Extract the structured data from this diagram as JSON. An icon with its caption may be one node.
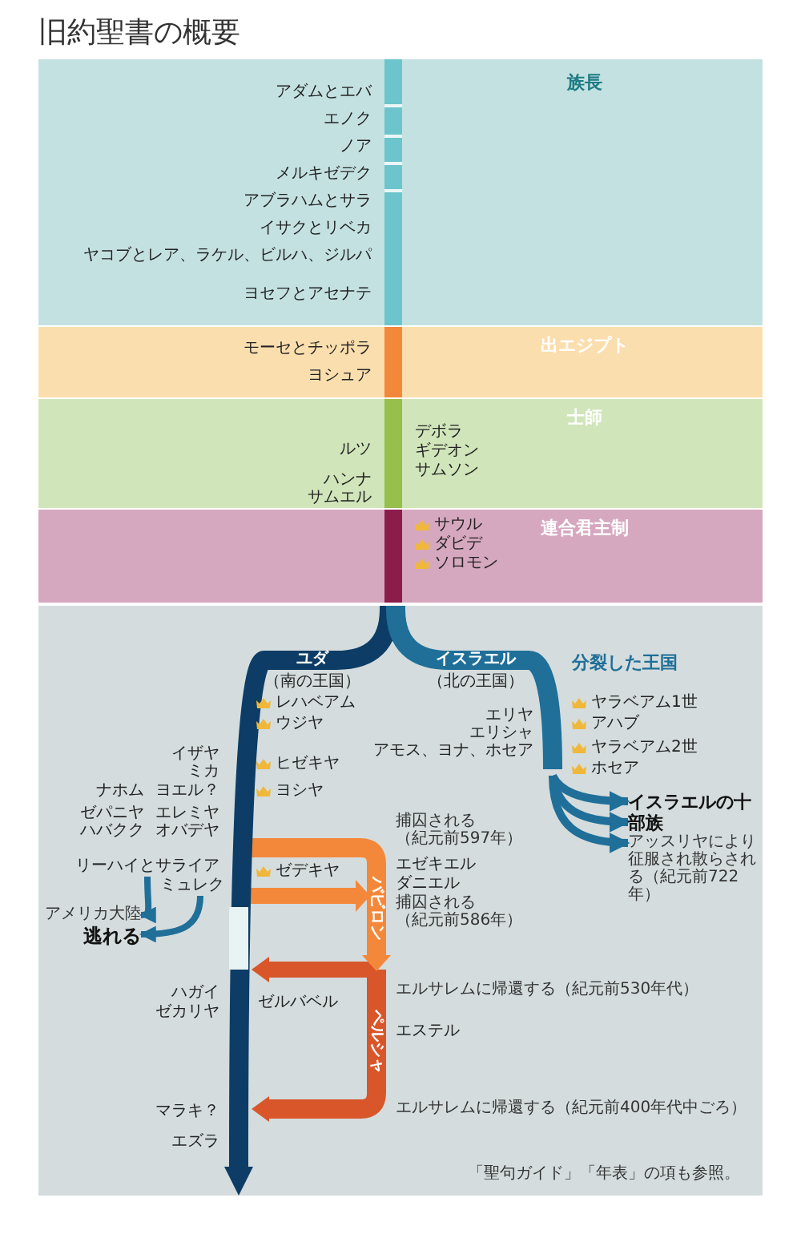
{
  "diagram": {
    "title": "旧約聖書の概要",
    "nodes": [
      {
        "text": [
          "族長",
          "アダムとエバ",
          "エノク",
          "ノア",
          "メルキゼデク",
          "アブラハムとサラ",
          "イサクとリベカ",
          "ヤコブとレア、ラケル、ビルハ、ジルパ",
          "ヨセフとアセナテ"
        ]
      },
      {
        "text": [
          "モーセとチッポラ",
          "出エジプト",
          "ヨシュア"
        ]
      },
      {
        "text": [
          "士師",
          "ルツ",
          "ハンナ",
          "サムエル",
          "デボラ",
          "ギデオン",
          "サムソン"
        ]
      },
      {
        "text": [
          "連合君主制",
          "サウル",
          "ダビデ",
          "ソロモン"
        ]
      },
      {
        "text": [
          "ユダ",
          "イスラエル",
          "分裂した王国",
          "（南の王国）",
          "（北の王国）",
          "レハベアム",
          "ウジヤ",
          "ヒゼキヤ",
          "ヨシヤ",
          "ゼデキヤ",
          "エリヤ",
          "エリシャ",
          "アモス、ヨナ、ホセア",
          "ヤラベアム1世",
          "アハブ",
          "ヤラベアム2世",
          "ホセア",
          "イザヤ",
          "ミカ",
          "ナホム",
          "ヨエル？",
          "ゼパニヤ",
          "エレミヤ",
          "ハバクク",
          "オバデヤ",
          "捕囚される（紀元前597年）",
          "エゼキエル",
          "ダニエル",
          "バビロン",
          "捕囚される（紀元前586年）",
          "ハガイ",
          "エルサレムに帰還する（紀元前530年代）",
          "ゼカリヤ",
          "ゼルバベル",
          "ペルシャ",
          "エステル",
          "マラキ？",
          "エルサレムに帰還する（紀元前400年代中ごろ）",
          "エズラ",
          "「聖句ガイド」「年表」の項も参照。"
        ]
      },
      {
        "text": [
          "リーハイとサライア"
        ],
        "in": 4
      },
      {
        "text": [
          "ミュレク"
        ],
        "in": 4
      },
      {
        "text": [
          "アメリカ大陸",
          "逃れる"
        ],
        "in": 4
      },
      {
        "text": [
          "イスラエルの十部族",
          "アッスリヤにより征服され散らされる（紀元前722年）"
        ],
        "in": 4
      }
    ],
    "edges": [
      {
        "from": 5,
        "to": 7,
        "arrow": "to"
      },
      {
        "from": 6,
        "to": 7,
        "arrow": "to"
      },
      {
        "from": null,
        "to": 8,
        "arrow": "to"
      },
      {
        "from": null,
        "to": 8,
        "arrow": "to"
      },
      {
        "from": null,
        "to": 8,
        "arrow": "to"
      },
      {
        "from": 3,
        "to": 4,
        "arrow": "to",
        "style": "thick",
        "color": "#0d3d66"
      },
      {
        "from": 3,
        "to": null,
        "arrow": "none",
        "style": "thick"
      }
    ]
  }
}
